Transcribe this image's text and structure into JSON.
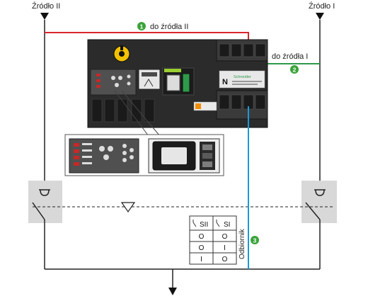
{
  "sources": {
    "left_label": "Źródło II",
    "right_label": "Źródło I"
  },
  "connections": [
    {
      "number": "1",
      "label": "do źródła II",
      "color": "#d9262e"
    },
    {
      "number": "2",
      "label": "do źródła I",
      "color": "#2e9a4a"
    },
    {
      "number": "3",
      "label": "Odbiornik",
      "color": "#1a9ad9"
    }
  ],
  "badge_color": "#3aa33a",
  "truth_table": {
    "headers": [
      "SII",
      "SI"
    ],
    "rows": [
      [
        "O",
        "O"
      ],
      [
        "O",
        "I"
      ],
      [
        "I",
        "O"
      ]
    ]
  },
  "device": {
    "brand": "Schneider"
  }
}
